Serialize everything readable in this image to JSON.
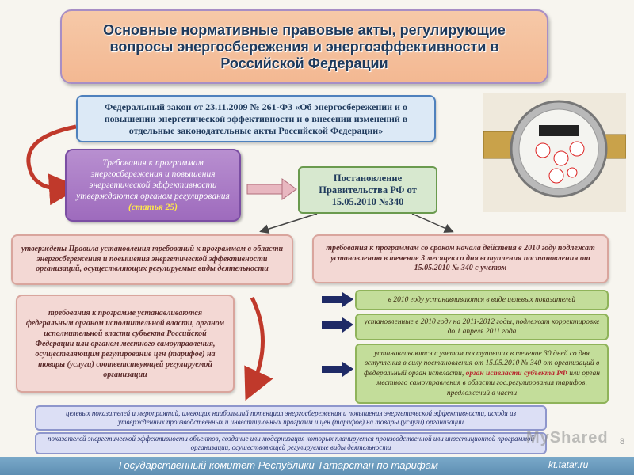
{
  "title": "Основные нормативные правовые акты, регулирующие вопросы энергосбережения и энергоэффективности в Российской Федерации",
  "law": "Федеральный закон от 23.11.2009 № 261-ФЗ «Об энергосбережении и о повышении энергетической эффективности и о внесении изменений в отдельные законодательные акты Российской Федерации»",
  "requirements": {
    "text": "Требования к программам энергосбережения и повышения энергетической эффективности утверждаются органом регулирования",
    "highlight": "(статья 25)"
  },
  "resolution": "Постановление Правительства РФ от 15.05.2010 №340",
  "rules": "утверждены Правила установления требований к программам в области энергосбережения и повышения энергетической эффективности организаций, осуществляющих регулируемые виды деятельности",
  "deadline": "требования к программам со сроком начала действия в 2010 году подлежат установлению в течение 3 месяцев со дня вступления постановления от 15.05.2010 № 340 с учетом",
  "organ": "требования к программе устанавливаются федеральным органом исполнительной власти, органом исполнительной власти субъекта Российской Федерации или органом местного самоуправления, осуществляющим регулирование цен (тарифов) на товары (услуги) соответствующей регулируемой организации",
  "green1": "в 2010 году устанавливаются в виде целевых показателей",
  "green2": "установленные в 2010 году на 2011-2012 годы, подлежат корректировке до 1 апреля 2011 года",
  "green3": {
    "part1": "устанавливаются с учетом поступивших в течение 30 дней со дня вступления в силу постановления от 15.05.2010 № 340 от организаций в федеральный орган испвласти,",
    "hl1": "орган испвласти субъекта РФ",
    "part2": "или орган местного самоуправления в области гос.регулирования тарифов, предложений в части"
  },
  "bottom1": "целевых показателей и мероприятий, имеющих наибольший потенциал энергосбережения и повышения энергетической эффективности, исходя из утвержденных производственных и инвестиционных программ и цен (тарифов) на товары (услуги) организации",
  "bottom2": "показателей энергетической эффективности объектов, создание или модернизация которых планируется производственной или инвестиционной программой организации, осуществляющей регулируемые виды деятельности",
  "footer": {
    "left": "Государственный комитет Республики Татарстан по тарифам",
    "right": "kt.tatar.ru"
  },
  "page_number": "8",
  "watermark": "MyShared",
  "colors": {
    "title_bg": "#f3b892",
    "law_border": "#4f81bd",
    "purple": "#9e6bbd",
    "green": "#c3dd9a",
    "footer": "#5e8fb3"
  }
}
